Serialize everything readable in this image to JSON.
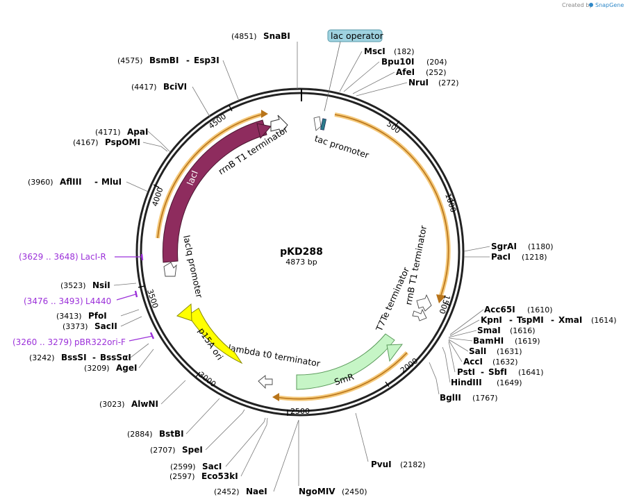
{
  "credit": {
    "prefix": "Created by",
    "brand": "SnapGene"
  },
  "plasmid": {
    "name": "pKD288",
    "size_label": "4873 bp"
  },
  "feature_labels": {
    "lac_operator": "lac operator",
    "tac_promoter": "tac promoter",
    "rrnb_top": "rrnB T1 terminator",
    "rrnb_right": "rrnB T1 terminator",
    "t7te": "T7Te terminator",
    "lambda_t0": "lambda t0 terminator",
    "laciq": "lacIq promoter",
    "laci": "lacI",
    "smr": "SmR",
    "p15a": "p15A ori"
  },
  "ticks": [
    "500",
    "1000",
    "1500",
    "2000",
    "2500",
    "3000",
    "3500",
    "4000",
    "4500"
  ],
  "sites": [
    {
      "id": "snabi",
      "pos": "(4851)",
      "name": "SnaBI"
    },
    {
      "id": "bsmbi",
      "pos": "(4575)",
      "name": "BsmBI",
      "alt": "Esp3I"
    },
    {
      "id": "bcivi",
      "pos": "(4417)",
      "name": "BciVI"
    },
    {
      "id": "apai",
      "pos": "(4171)",
      "name": "ApaI"
    },
    {
      "id": "pspomi",
      "pos": "(4167)",
      "name": "PspOMI"
    },
    {
      "id": "afliii",
      "pos": "(3960)",
      "name": "AflIII",
      "alt": "MluI"
    },
    {
      "id": "nsii",
      "pos": "(3523)",
      "name": "NsiI"
    },
    {
      "id": "pfoi",
      "pos": "(3413)",
      "name": "PfoI"
    },
    {
      "id": "sacii",
      "pos": "(3373)",
      "name": "SacII"
    },
    {
      "id": "bsssi",
      "pos": "(3242)",
      "name": "BssSI",
      "alt": "BssSαI"
    },
    {
      "id": "agei",
      "pos": "(3209)",
      "name": "AgeI"
    },
    {
      "id": "alwni",
      "pos": "(3023)",
      "name": "AlwNI"
    },
    {
      "id": "bstbi",
      "pos": "(2884)",
      "name": "BstBI"
    },
    {
      "id": "spei",
      "pos": "(2707)",
      "name": "SpeI"
    },
    {
      "id": "saci",
      "pos": "(2599)",
      "name": "SacI"
    },
    {
      "id": "eco53ki",
      "pos": "(2597)",
      "name": "Eco53kI"
    },
    {
      "id": "naei",
      "pos": "(2452)",
      "name": "NaeI"
    },
    {
      "id": "ngomiv",
      "name": "NgoMIV",
      "pos": "(2450)"
    },
    {
      "id": "pvui",
      "name": "PvuI",
      "pos": "(2182)"
    },
    {
      "id": "bglii",
      "name": "BglII",
      "pos": "(1767)"
    },
    {
      "id": "hindiii",
      "name": "HindIII",
      "pos": "(1649)"
    },
    {
      "id": "psti",
      "name": "PstI",
      "alt": "SbfI",
      "pos": "(1641)"
    },
    {
      "id": "acci",
      "name": "AccI",
      "pos": "(1632)"
    },
    {
      "id": "sali",
      "name": "SalI",
      "pos": "(1631)"
    },
    {
      "id": "bamhi",
      "name": "BamHI",
      "pos": "(1619)"
    },
    {
      "id": "smai",
      "name": "SmaI",
      "pos": "(1616)"
    },
    {
      "id": "kpni",
      "name": "KpnI",
      "alt": "TspMI",
      "alt2": "XmaI",
      "pos": "(1614)"
    },
    {
      "id": "acc65i",
      "name": "Acc65I",
      "pos": "(1610)"
    },
    {
      "id": "paci",
      "name": "PacI",
      "pos": "(1218)"
    },
    {
      "id": "sgrai",
      "name": "SgrAI",
      "pos": "(1180)"
    },
    {
      "id": "msci",
      "name": "MscI",
      "pos": "(182)"
    },
    {
      "id": "bpu10i",
      "name": "Bpu10I",
      "pos": "(204)"
    },
    {
      "id": "afei",
      "name": "AfeI",
      "pos": "(252)"
    },
    {
      "id": "nrui",
      "name": "NruI",
      "pos": "(272)"
    }
  ],
  "primers": [
    {
      "id": "laci_r",
      "range": "(3629 .. 3648)",
      "name": "LacI-R"
    },
    {
      "id": "l4440",
      "range": "(3476 .. 3493)",
      "name": "L4440"
    },
    {
      "id": "pbr322",
      "range": "(3260 .. 3279)",
      "name": "pBR322ori-F"
    }
  ],
  "colors": {
    "backbone": "#222222",
    "orf_arrow": "#f0a830",
    "laci": "#8e2c5e",
    "smr": "#c6f5c6",
    "p15a": "#ffff00",
    "lac_operator_box": "#9fd3e0",
    "primer": "#9b30d9"
  }
}
